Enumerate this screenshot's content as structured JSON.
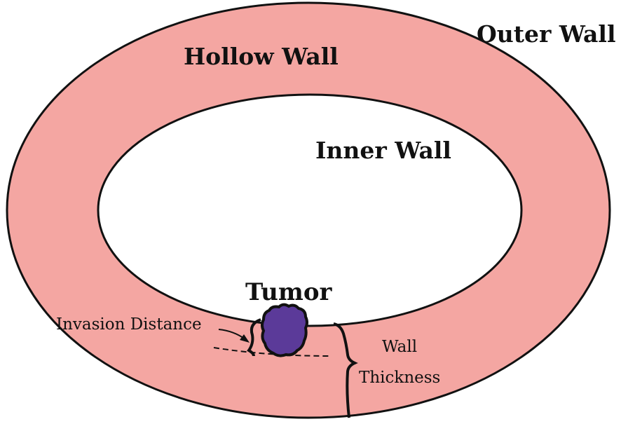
{
  "labels": {
    "outer_wall": "Outer Wall",
    "hollow_wall": "Hollow Wall",
    "inner_wall": "Inner Wall",
    "tumor": "Tumor",
    "invasion_distance": "Invasion Distance",
    "wall_thickness_line1": "Wall",
    "wall_thickness_line2": "Thickness"
  },
  "colors": {
    "wall_fill": "#F4A6A2",
    "lumen_fill": "#FFFFFF",
    "tumor_fill": "#5B3A99",
    "outline": "#111111"
  }
}
